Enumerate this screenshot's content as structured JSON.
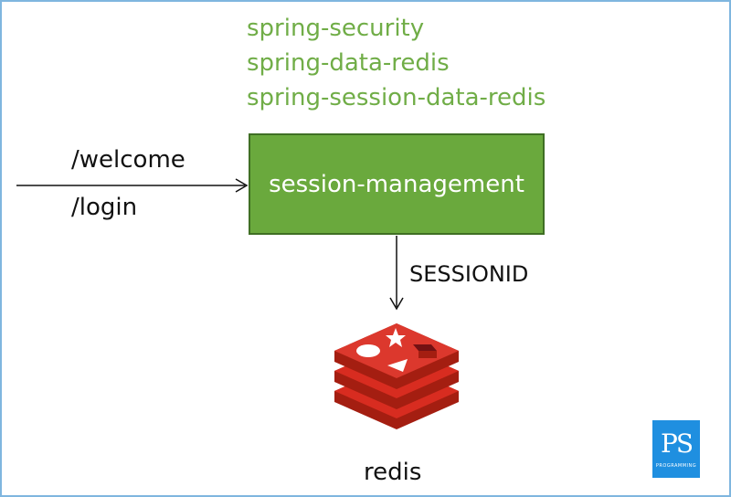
{
  "dependencies": [
    "spring-security",
    "spring-data-redis",
    "spring-session-data-redis"
  ],
  "routes": {
    "welcome": "/welcome",
    "login": "/login"
  },
  "service": {
    "label": "session-management"
  },
  "connection": {
    "label": "SESSIONID"
  },
  "store": {
    "label": "redis",
    "icon": "redis-logo-icon"
  },
  "brand_logo": {
    "mark": "PS",
    "tagline": "PROGRAMMING"
  },
  "colors": {
    "dependency_text": "#70ad47",
    "service_fill": "#6aa93d",
    "service_border": "#3f6f24",
    "redis_red": "#dc382d",
    "frame_border": "#7fb6df",
    "brand_blue": "#1f8fe0"
  }
}
